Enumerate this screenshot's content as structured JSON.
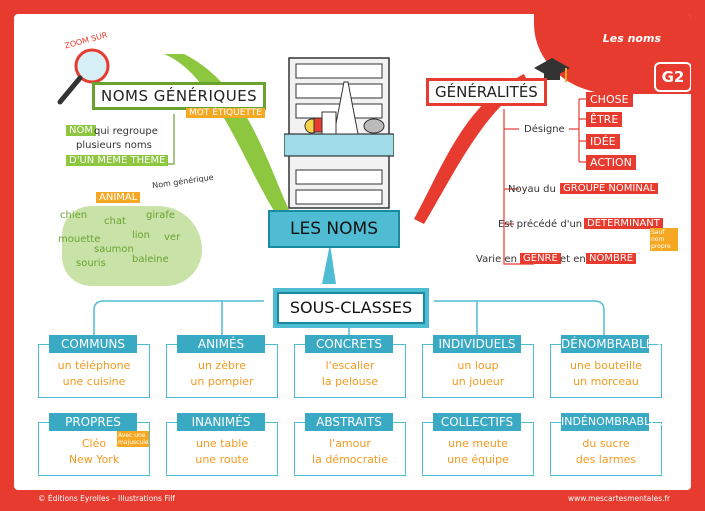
{
  "header": {
    "title": "Les noms",
    "badge": "G2"
  },
  "center": {
    "title": "LES NOMS",
    "subclasses_title": "SOUS-CLASSES"
  },
  "generiques": {
    "zoom": "ZOOM SUR",
    "title": "NOMS GÉNÉRIQUES",
    "tag": "MOT ÉTIQUETTE",
    "def_nom": "NOM",
    "def_text1": "qui regroupe",
    "def_text2": "plusieurs noms",
    "def_theme": "D'UN MÊME THÈME",
    "example_label": "ANIMAL",
    "example_note": "Nom générique",
    "words": [
      "chien",
      "chat",
      "girafe",
      "mouette",
      "lion",
      "ver",
      "saumon",
      "souris",
      "baleine"
    ]
  },
  "generalites": {
    "title": "GÉNÉRALITÉS",
    "designe": "Désigne",
    "designe_items": [
      "CHOSE",
      "ÊTRE",
      "IDÉE",
      "ACTION"
    ],
    "noyau_text": "Noyau du",
    "noyau_hl": "GROUPE NOMINAL",
    "precede_text": "Est précédé d'un",
    "precede_hl": "DÉTERMINANT",
    "precede_note": "Sauf nom propre",
    "varie_text1": "Varie en",
    "varie_hl1": "GENRE",
    "varie_text2": "et en",
    "varie_hl2": "NOMBRE"
  },
  "classes": [
    {
      "label": "COMMUNS",
      "ex1": "un téléphone",
      "ex2": "une cuisine"
    },
    {
      "label": "ANIMÉS",
      "ex1": "un zèbre",
      "ex2": "un pompier"
    },
    {
      "label": "CONCRETS",
      "ex1": "l'escalier",
      "ex2": "la pelouse"
    },
    {
      "label": "INDIVIDUELS",
      "ex1": "un loup",
      "ex2": "un joueur"
    },
    {
      "label": "DÉNOMBRABLES",
      "ex1": "une bouteille",
      "ex2": "un morceau"
    },
    {
      "label": "PROPRES",
      "ex1": "Cléo",
      "ex2": "New York",
      "note": "Avec une majuscule"
    },
    {
      "label": "INANIMÉS",
      "ex1": "une table",
      "ex2": "une route"
    },
    {
      "label": "ABSTRAITS",
      "ex1": "l'amour",
      "ex2": "la démocratie"
    },
    {
      "label": "COLLECTIFS",
      "ex1": "une meute",
      "ex2": "une équipe"
    },
    {
      "label": "INDÉNOMBRABLES",
      "ex1": "du sucre",
      "ex2": "des larmes"
    }
  ],
  "footer": {
    "left": "© Éditions Eyrolles – Illustrations Filf",
    "right": "www.mescartesmentales.fr"
  },
  "colors": {
    "red": "#e63b2e",
    "green": "#6aa22f",
    "blue": "#4fbcd3",
    "orange": "#f7a823"
  }
}
